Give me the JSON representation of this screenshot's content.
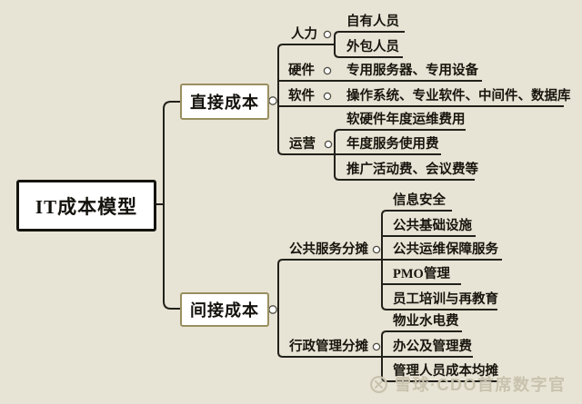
{
  "root": {
    "label": "IT成本模型"
  },
  "direct": {
    "label": "直接成本",
    "children": [
      {
        "label": "人力",
        "children": [
          {
            "label": "自有人员"
          },
          {
            "label": "外包人员"
          }
        ]
      },
      {
        "label": "硬件",
        "children": [
          {
            "label": "专用服务器、专用设备"
          }
        ]
      },
      {
        "label": "软件",
        "children": [
          {
            "label": "操作系统、专业软件、中间件、数据库"
          }
        ]
      },
      {
        "label": "运营",
        "children": [
          {
            "label": "软硬件年度运维费用"
          },
          {
            "label": "年度服务使用费"
          },
          {
            "label": "推广活动费、会议费等"
          }
        ]
      }
    ]
  },
  "indirect": {
    "label": "间接成本",
    "children": [
      {
        "label": "公共服务分摊",
        "children": [
          {
            "label": "信息安全"
          },
          {
            "label": "公共基础设施"
          },
          {
            "label": "公共运维保障服务"
          },
          {
            "label": "PMO管理"
          },
          {
            "label": "员工培训与再教育"
          }
        ]
      },
      {
        "label": "行政管理分摊",
        "children": [
          {
            "label": "物业水电费"
          },
          {
            "label": "办公及管理费"
          },
          {
            "label": "管理人员成本均摊"
          }
        ]
      }
    ]
  },
  "watermark": {
    "logo_icon": "xueqiu-snowball-circle",
    "text": "雪球·CDO首席数字官"
  },
  "colors": {
    "background": "#e8e4d5",
    "line": "#21201a",
    "root_box_border": "#14130d",
    "branch_box_border": "#998e5f",
    "node_fill": "#ffffff",
    "watermark": "#c8c2ae"
  }
}
